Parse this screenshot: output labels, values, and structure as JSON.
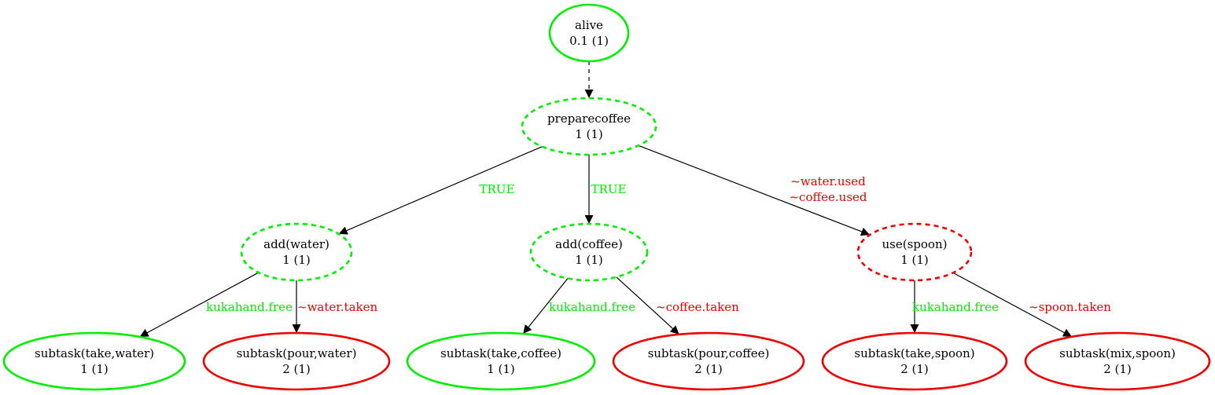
{
  "colors": {
    "green": "#00ee00",
    "red": "#ee0000",
    "edge": "#000000"
  },
  "nodes": [
    {
      "id": "alive",
      "label": "alive",
      "value": "0.1 (1)",
      "color": "green",
      "style": "solid"
    },
    {
      "id": "preparecoffee",
      "label": "preparecoffee",
      "value": "1 (1)",
      "color": "green",
      "style": "dashed"
    },
    {
      "id": "add-water",
      "label": "add(water)",
      "value": "1 (1)",
      "color": "green",
      "style": "dashed"
    },
    {
      "id": "add-coffee",
      "label": "add(coffee)",
      "value": "1 (1)",
      "color": "green",
      "style": "dashed"
    },
    {
      "id": "use-spoon",
      "label": "use(spoon)",
      "value": "1 (1)",
      "color": "red",
      "style": "dashed"
    },
    {
      "id": "take-water",
      "label": "subtask(take,water)",
      "value": "1 (1)",
      "color": "green",
      "style": "solid"
    },
    {
      "id": "pour-water",
      "label": "subtask(pour,water)",
      "value": "2 (1)",
      "color": "red",
      "style": "solid"
    },
    {
      "id": "take-coffee",
      "label": "subtask(take,coffee)",
      "value": "1 (1)",
      "color": "green",
      "style": "solid"
    },
    {
      "id": "pour-coffee",
      "label": "subtask(pour,coffee)",
      "value": "2 (1)",
      "color": "red",
      "style": "solid"
    },
    {
      "id": "take-spoon",
      "label": "subtask(take,spoon)",
      "value": "2 (1)",
      "color": "red",
      "style": "solid"
    },
    {
      "id": "mix-spoon",
      "label": "subtask(mix,spoon)",
      "value": "2 (1)",
      "color": "red",
      "style": "solid"
    }
  ],
  "edges": [
    {
      "from": "alive",
      "to": "preparecoffee",
      "style": "dashed",
      "labels": []
    },
    {
      "from": "preparecoffee",
      "to": "add-water",
      "style": "solid",
      "labels": [
        {
          "text": "TRUE",
          "color": "green"
        }
      ]
    },
    {
      "from": "preparecoffee",
      "to": "add-coffee",
      "style": "solid",
      "labels": [
        {
          "text": "TRUE",
          "color": "green"
        }
      ]
    },
    {
      "from": "preparecoffee",
      "to": "use-spoon",
      "style": "solid",
      "labels": [
        {
          "text": "~water.used",
          "color": "red"
        },
        {
          "text": "~coffee.used",
          "color": "red"
        }
      ]
    },
    {
      "from": "add-water",
      "to": "take-water",
      "style": "solid",
      "labels": [
        {
          "text": "kukahand.free",
          "color": "green"
        }
      ]
    },
    {
      "from": "add-water",
      "to": "pour-water",
      "style": "solid",
      "labels": [
        {
          "text": "~water.taken",
          "color": "red"
        }
      ]
    },
    {
      "from": "add-coffee",
      "to": "take-coffee",
      "style": "solid",
      "labels": [
        {
          "text": "kukahand.free",
          "color": "green"
        }
      ]
    },
    {
      "from": "add-coffee",
      "to": "pour-coffee",
      "style": "solid",
      "labels": [
        {
          "text": "~coffee.taken",
          "color": "red"
        }
      ]
    },
    {
      "from": "use-spoon",
      "to": "take-spoon",
      "style": "solid",
      "labels": [
        {
          "text": "kukahand.free",
          "color": "green"
        }
      ]
    },
    {
      "from": "use-spoon",
      "to": "mix-spoon",
      "style": "solid",
      "labels": [
        {
          "text": "~spoon.taken",
          "color": "red"
        }
      ]
    }
  ]
}
